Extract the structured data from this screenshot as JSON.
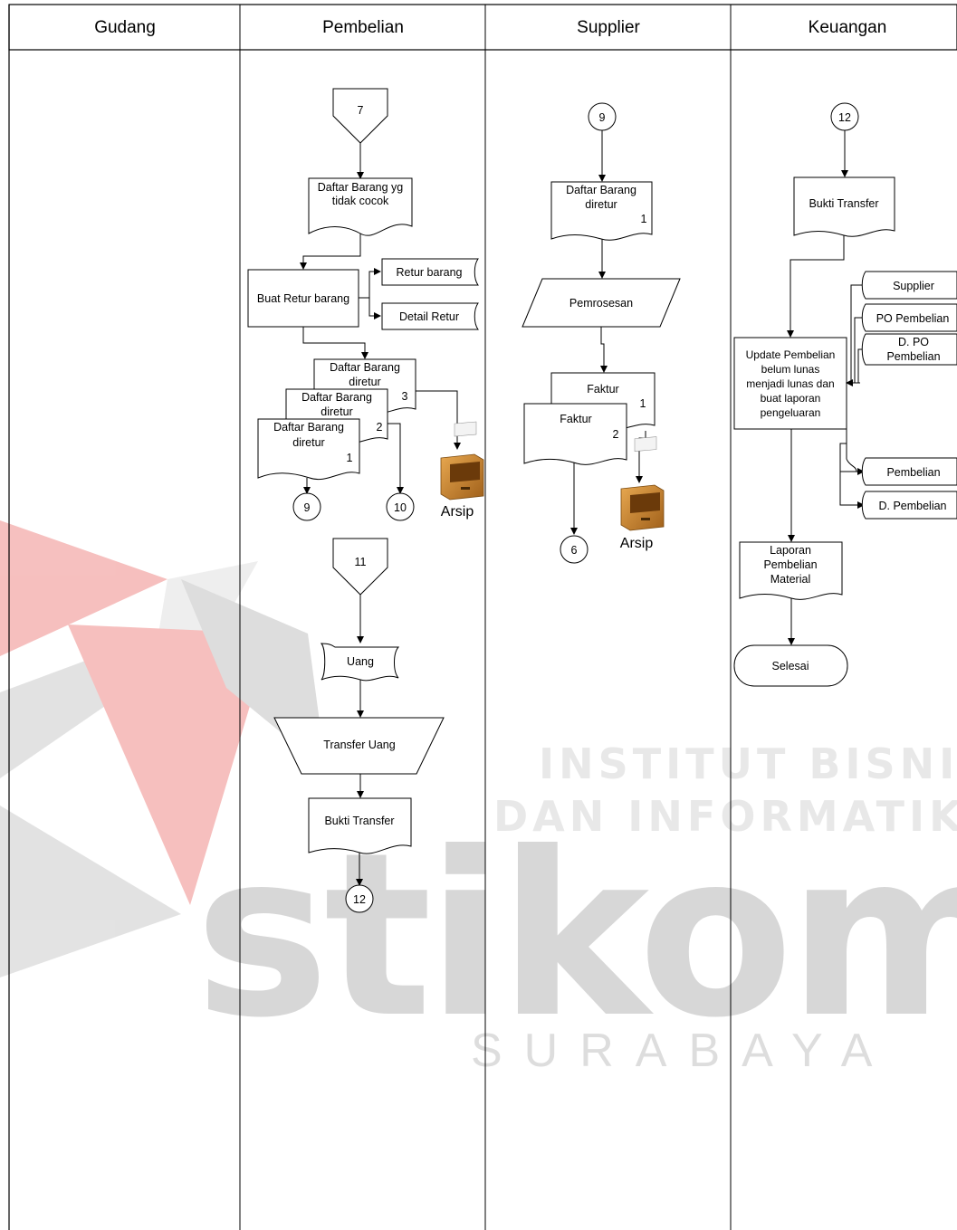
{
  "lanes": [
    "Gudang",
    "Pembelian",
    "Supplier",
    "Keuangan"
  ],
  "pembelian": {
    "offpage_7": "7",
    "doc_tidak_cocok": [
      "Daftar Barang yg",
      "tidak cocok"
    ],
    "process_buat_retur": "Buat Retur barang",
    "store_retur_barang": "Retur barang",
    "store_detail_retur": "Detail Retur",
    "doc_diretur_3": [
      "Daftar Barang",
      "diretur"
    ],
    "doc_diretur_3_num": "3",
    "doc_diretur_2": [
      "Daftar Barang",
      "diretur"
    ],
    "doc_diretur_2_num": "2",
    "doc_diretur_1": [
      "Daftar Barang",
      "diretur"
    ],
    "doc_diretur_1_num": "1",
    "conn_9": "9",
    "conn_10": "10",
    "arsip": "Arsip",
    "offpage_11": "11",
    "doc_uang": "Uang",
    "manual_transfer": "Transfer Uang",
    "doc_bukti_transfer": "Bukti Transfer",
    "conn_12": "12"
  },
  "supplier": {
    "conn_9": "9",
    "doc_diretur": [
      "Daftar Barang",
      "diretur"
    ],
    "doc_diretur_num": "1",
    "input_pemrosesan": "Pemrosesan",
    "doc_faktur_1": "Faktur",
    "doc_faktur_1_num": "1",
    "doc_faktur_2": "Faktur",
    "doc_faktur_2_num": "2",
    "arsip": "Arsip",
    "conn_6": "6"
  },
  "keuangan": {
    "conn_12": "12",
    "doc_bukti_transfer": "Bukti Transfer",
    "process_update": [
      "Update Pembelian",
      "belum lunas",
      "menjadi lunas dan",
      "buat laporan",
      "pengeluaran"
    ],
    "store_supplier": "Supplier",
    "store_po_pembelian": "PO Pembelian",
    "store_d_po_pembelian": [
      "D. PO",
      "Pembelian"
    ],
    "store_pembelian": "Pembelian",
    "store_d_pembelian": "D. Pembelian",
    "doc_laporan": [
      "Laporan",
      "Pembelian",
      "Material"
    ],
    "terminator_selesai": "Selesai"
  },
  "watermark": {
    "line1": "INSTITUT BISNIS",
    "line2": "DAN INFORMATIKA",
    "logo_text": "stikom",
    "city": "SURABAYA"
  }
}
